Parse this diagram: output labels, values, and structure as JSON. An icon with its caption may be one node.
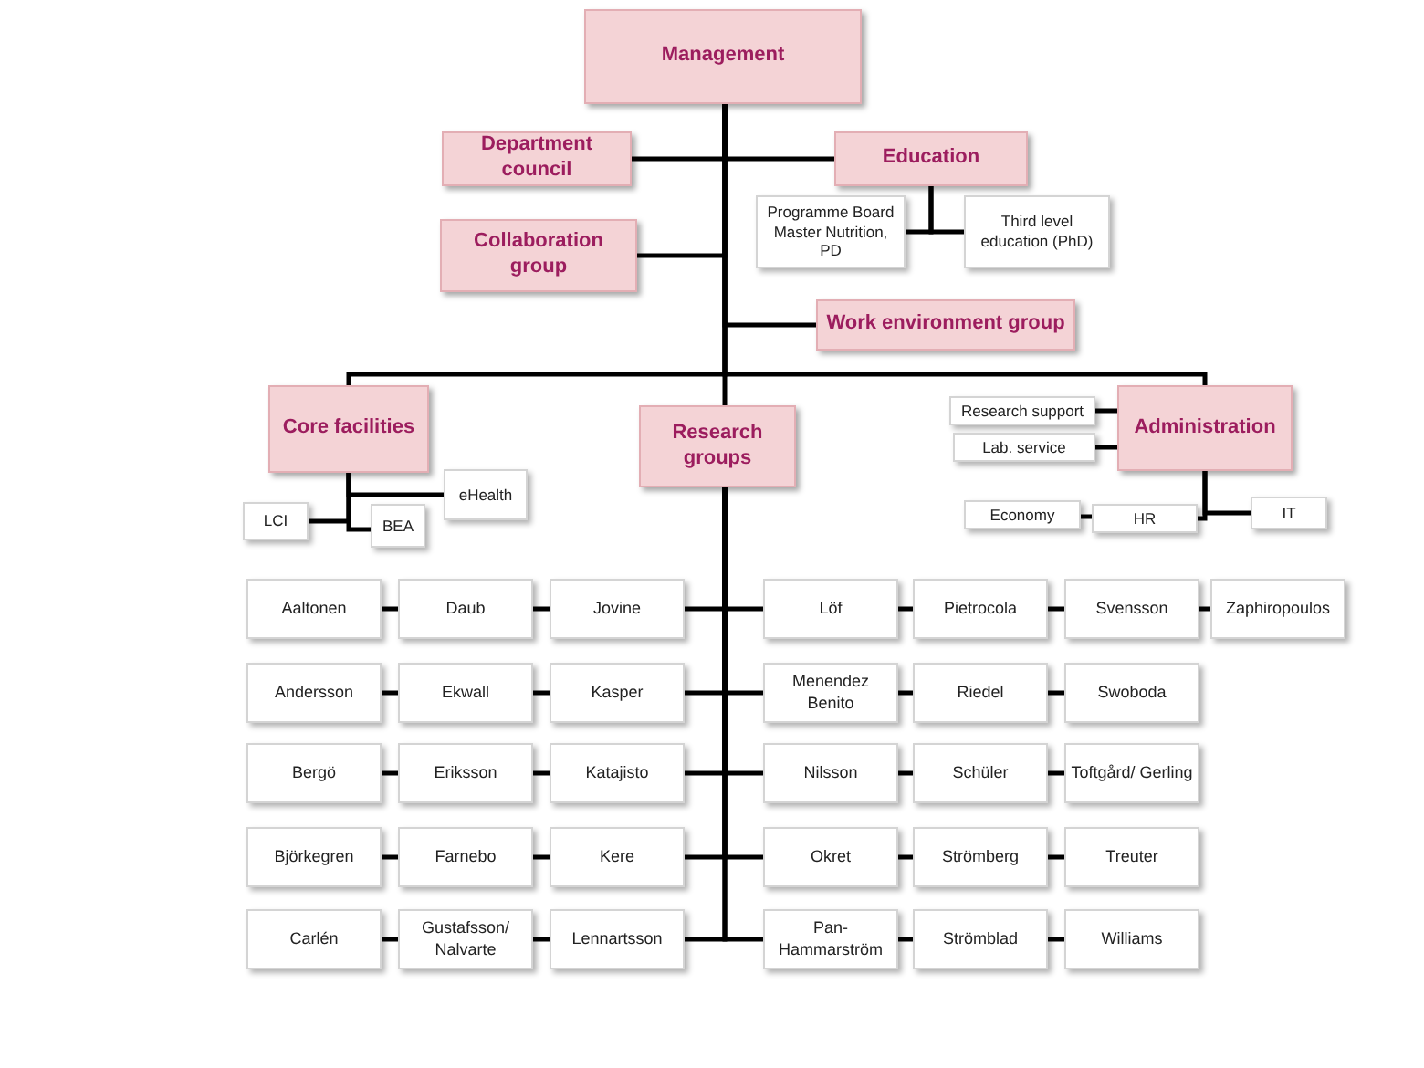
{
  "diagram": {
    "nodes": [
      {
        "text": [
          "Management"
        ]
      },
      {
        "text": [
          "Department council"
        ]
      },
      {
        "text": [
          "Education"
        ]
      },
      {
        "text": [
          "Programme Board Master Nutrition, PD"
        ]
      },
      {
        "text": [
          "Third level education (PhD)"
        ]
      },
      {
        "text": [
          "Collaboration group"
        ]
      },
      {
        "text": [
          "Work environment group"
        ]
      },
      {
        "text": [
          "Core facilities"
        ]
      },
      {
        "text": [
          "Research groups"
        ]
      },
      {
        "text": [
          "Research support"
        ]
      },
      {
        "text": [
          "Administration"
        ]
      },
      {
        "text": [
          "Lab. service"
        ]
      },
      {
        "text": [
          "eHealth"
        ]
      },
      {
        "text": [
          "LCI"
        ]
      },
      {
        "text": [
          "BEA"
        ]
      },
      {
        "text": [
          "Economy"
        ]
      },
      {
        "text": [
          "HR"
        ]
      },
      {
        "text": [
          "IT"
        ]
      },
      {
        "text": [
          "Aaltonen"
        ]
      },
      {
        "text": [
          "Daub"
        ]
      },
      {
        "text": [
          "Jovine"
        ]
      },
      {
        "text": [
          "Löf"
        ]
      },
      {
        "text": [
          "Pietrocola"
        ]
      },
      {
        "text": [
          "Svensson"
        ]
      },
      {
        "text": [
          "Zaphiropoulos"
        ]
      },
      {
        "text": [
          "Andersson"
        ]
      },
      {
        "text": [
          "Ekwall"
        ]
      },
      {
        "text": [
          "Kasper"
        ]
      },
      {
        "text": [
          "Menendez Benito"
        ]
      },
      {
        "text": [
          "Riedel"
        ]
      },
      {
        "text": [
          "Swoboda"
        ]
      },
      {
        "text": [
          "Bergö"
        ]
      },
      {
        "text": [
          "Eriksson"
        ]
      },
      {
        "text": [
          "Katajisto"
        ]
      },
      {
        "text": [
          "Nilsson"
        ]
      },
      {
        "text": [
          "Schüler"
        ]
      },
      {
        "text": [
          "Toftgård/ Gerling"
        ]
      },
      {
        "text": [
          "Björkegren"
        ]
      },
      {
        "text": [
          "Farnebo"
        ]
      },
      {
        "text": [
          "Kere"
        ]
      },
      {
        "text": [
          "Okret"
        ]
      },
      {
        "text": [
          "Strömberg"
        ]
      },
      {
        "text": [
          "Treuter"
        ]
      },
      {
        "text": [
          "Carlén"
        ]
      },
      {
        "text": [
          "Gustafsson/ Nalvarte"
        ]
      },
      {
        "text": [
          "Lennartsson"
        ]
      },
      {
        "text": [
          "Pan-Hammarström"
        ]
      },
      {
        "text": [
          "Strömblad"
        ]
      },
      {
        "text": [
          "Williams"
        ]
      }
    ],
    "edges": [
      {
        "from": 0,
        "to": 1,
        "arrow": "none"
      },
      {
        "from": 0,
        "to": 2,
        "arrow": "none"
      },
      {
        "from": 0,
        "to": 5,
        "arrow": "none"
      },
      {
        "from": 0,
        "to": 6,
        "arrow": "none"
      },
      {
        "from": 0,
        "to": 7,
        "arrow": "none"
      },
      {
        "from": 0,
        "to": 8,
        "arrow": "none"
      },
      {
        "from": 0,
        "to": 10,
        "arrow": "none"
      },
      {
        "from": 2,
        "to": 3,
        "arrow": "none"
      },
      {
        "from": 2,
        "to": 4,
        "arrow": "none"
      },
      {
        "from": 7,
        "to": 13,
        "arrow": "none"
      },
      {
        "from": 7,
        "to": 14,
        "arrow": "none"
      },
      {
        "from": 7,
        "to": 12,
        "arrow": "none"
      },
      {
        "from": 10,
        "to": 9,
        "arrow": "none"
      },
      {
        "from": 10,
        "to": 11,
        "arrow": "none"
      },
      {
        "from": 10,
        "to": 16,
        "arrow": "none"
      },
      {
        "from": 10,
        "to": 17,
        "arrow": "none"
      },
      {
        "from": 15,
        "to": 16,
        "arrow": "none"
      },
      {
        "from": 8,
        "to": 20,
        "arrow": "none"
      },
      {
        "from": 8,
        "to": 21,
        "arrow": "none"
      },
      {
        "from": 8,
        "to": 27,
        "arrow": "none"
      },
      {
        "from": 8,
        "to": 28,
        "arrow": "none"
      },
      {
        "from": 8,
        "to": 33,
        "arrow": "none"
      },
      {
        "from": 8,
        "to": 34,
        "arrow": "none"
      },
      {
        "from": 8,
        "to": 39,
        "arrow": "none"
      },
      {
        "from": 8,
        "to": 40,
        "arrow": "none"
      },
      {
        "from": 8,
        "to": 45,
        "arrow": "none"
      },
      {
        "from": 8,
        "to": 46,
        "arrow": "none"
      },
      {
        "from": 18,
        "to": 19,
        "arrow": "none"
      },
      {
        "from": 19,
        "to": 20,
        "arrow": "none"
      },
      {
        "from": 21,
        "to": 22,
        "arrow": "none"
      },
      {
        "from": 22,
        "to": 23,
        "arrow": "none"
      },
      {
        "from": 23,
        "to": 24,
        "arrow": "none"
      },
      {
        "from": 25,
        "to": 26,
        "arrow": "none"
      },
      {
        "from": 26,
        "to": 27,
        "arrow": "none"
      },
      {
        "from": 28,
        "to": 29,
        "arrow": "none"
      },
      {
        "from": 29,
        "to": 30,
        "arrow": "none"
      },
      {
        "from": 31,
        "to": 32,
        "arrow": "none"
      },
      {
        "from": 32,
        "to": 33,
        "arrow": "none"
      },
      {
        "from": 34,
        "to": 35,
        "arrow": "none"
      },
      {
        "from": 35,
        "to": 36,
        "arrow": "none"
      },
      {
        "from": 37,
        "to": 38,
        "arrow": "none"
      },
      {
        "from": 38,
        "to": 39,
        "arrow": "none"
      },
      {
        "from": 40,
        "to": 41,
        "arrow": "none"
      },
      {
        "from": 41,
        "to": 42,
        "arrow": "none"
      },
      {
        "from": 43,
        "to": 44,
        "arrow": "none"
      },
      {
        "from": 44,
        "to": 45,
        "arrow": "none"
      },
      {
        "from": 46,
        "to": 47,
        "arrow": "none"
      },
      {
        "from": 47,
        "to": 48,
        "arrow": "none"
      }
    ]
  }
}
